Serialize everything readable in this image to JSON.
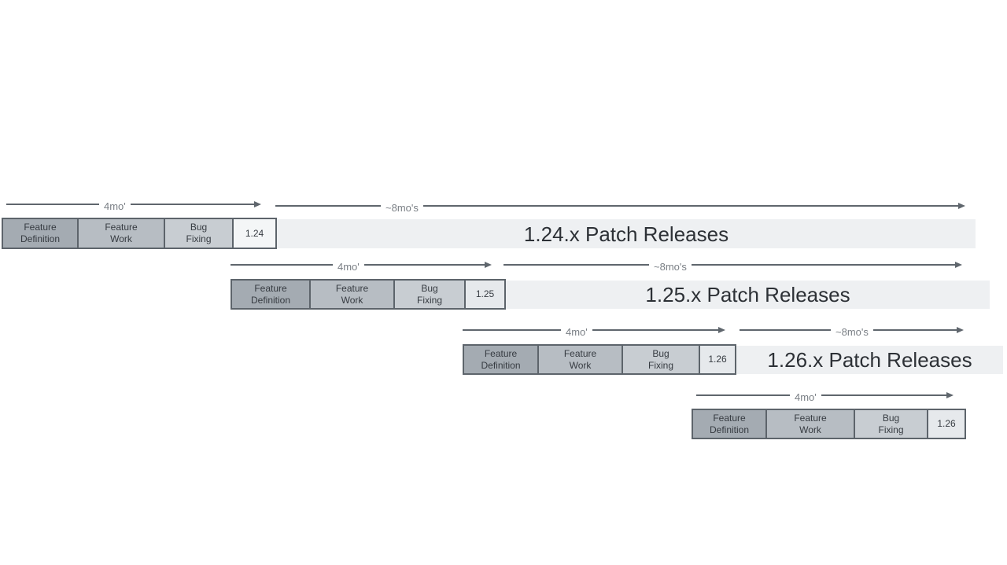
{
  "colors": {
    "background": "#ffffff",
    "feature_definition_fill": "#a4abb2",
    "feature_work_fill": "#b7bdc3",
    "bug_fixing_fill": "#c8cdd2",
    "version_box_first_fill": "#f4f6f7",
    "version_box_fill": "#e6e9ec",
    "box_border": "#5d646b",
    "patch_bar_fill": "#eef0f2",
    "patch_bar_text": "#2d3136",
    "phase_text": "#363b41",
    "arrow": "#5f666d",
    "duration_label_text": "#7a7f85"
  },
  "rows": [
    {
      "version_label": "1.24",
      "dev_duration_label": "4mo'",
      "patch_duration_label": "~8mo's",
      "patch_bar_label": "1.24.x Patch Releases",
      "phases": [
        {
          "line1": "Feature",
          "line2": "Definition"
        },
        {
          "line1": "Feature",
          "line2": "Work"
        },
        {
          "line1": "Bug",
          "line2": "Fixing"
        }
      ]
    },
    {
      "version_label": "1.25",
      "dev_duration_label": "4mo'",
      "patch_duration_label": "~8mo's",
      "patch_bar_label": "1.25.x Patch Releases",
      "phases": [
        {
          "line1": "Feature",
          "line2": "Definition"
        },
        {
          "line1": "Feature",
          "line2": "Work"
        },
        {
          "line1": "Bug",
          "line2": "Fixing"
        }
      ]
    },
    {
      "version_label": "1.26",
      "dev_duration_label": "4mo'",
      "patch_duration_label": "~8mo's",
      "patch_bar_label": "1.26.x Patch Releases",
      "phases": [
        {
          "line1": "Feature",
          "line2": "Definition"
        },
        {
          "line1": "Feature",
          "line2": "Work"
        },
        {
          "line1": "Bug",
          "line2": "Fixing"
        }
      ]
    },
    {
      "version_label": "1.26",
      "dev_duration_label": "4mo'",
      "phases": [
        {
          "line1": "Feature",
          "line2": "Definition"
        },
        {
          "line1": "Feature",
          "line2": "Work"
        },
        {
          "line1": "Bug",
          "line2": "Fixing"
        }
      ]
    }
  ]
}
